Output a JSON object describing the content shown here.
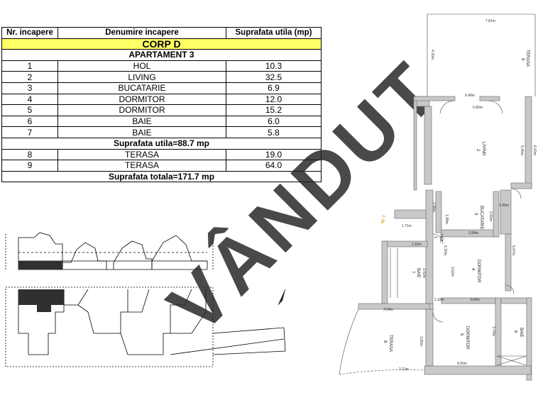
{
  "table": {
    "headers": [
      "Nr. incapere",
      "Denumire incapere",
      "Suprafata utila (mp)"
    ],
    "corp": "CORP D",
    "apartment": "APARTAMENT 3",
    "rooms": [
      {
        "nr": "1",
        "name": "HOL",
        "area": "10.3"
      },
      {
        "nr": "2",
        "name": "LIVING",
        "area": "32.5"
      },
      {
        "nr": "3",
        "name": "BUCATARIE",
        "area": "6.9"
      },
      {
        "nr": "4",
        "name": "DORMITOR",
        "area": "12.0"
      },
      {
        "nr": "5",
        "name": "DORMITOR",
        "area": "15.2"
      },
      {
        "nr": "6",
        "name": "BAIE",
        "area": "6.0"
      },
      {
        "nr": "7",
        "name": "BAIE",
        "area": "5.8"
      }
    ],
    "useful_total": "Suprafata utila=88.7 mp",
    "terraces": [
      {
        "nr": "8",
        "name": "TERASA",
        "area": "19.0"
      },
      {
        "nr": "9",
        "name": "TERASA",
        "area": "64.0"
      }
    ],
    "grand_total": "Suprafata totala=171.7 mp"
  },
  "watermark": "VÂNDUT",
  "plan": {
    "labels": {
      "terasa9": "TERASA",
      "n9": "9",
      "living": "LIVING",
      "n2": "2",
      "bucatarie": "BUCATARIE",
      "n3": "3",
      "hol": "HOL",
      "n1": "1",
      "dormitor4": "DORMITOR",
      "n4": "4",
      "baie7": "BAIE",
      "n7": "7",
      "terasa8": "TERASA",
      "n8": "8",
      "dormitor5": "DORMITOR",
      "n5": "5",
      "baie6": "BAIE",
      "n6": "6",
      "ap": "Ap 3"
    },
    "dims": {
      "d781": "7.81m",
      "d400": "4.00m",
      "d648": "6.48m",
      "d580": "5.80m",
      "d546": "5.46m",
      "d643": "6.43m",
      "d140": "1.40m",
      "d188": "1.88m",
      "d260": "2.60m",
      "d288": "2.88m",
      "d567": "5.67m",
      "d362": "3.62m",
      "d188b": "1.88m",
      "d171": "1.71m",
      "d630": "6.30m",
      "d156": "1.56m",
      "d342": "3.42m",
      "d366": "3.66m",
      "d118": "1.18m",
      "d354": "3.54m",
      "d395": "3.95m",
      "d374": "3.74m",
      "d456": "4.56m",
      "d213": "2.13m"
    }
  },
  "colors": {
    "corp_bg": "#ffff66",
    "plan_walls": "#c8c8c8",
    "dark_unit": "#303030"
  }
}
